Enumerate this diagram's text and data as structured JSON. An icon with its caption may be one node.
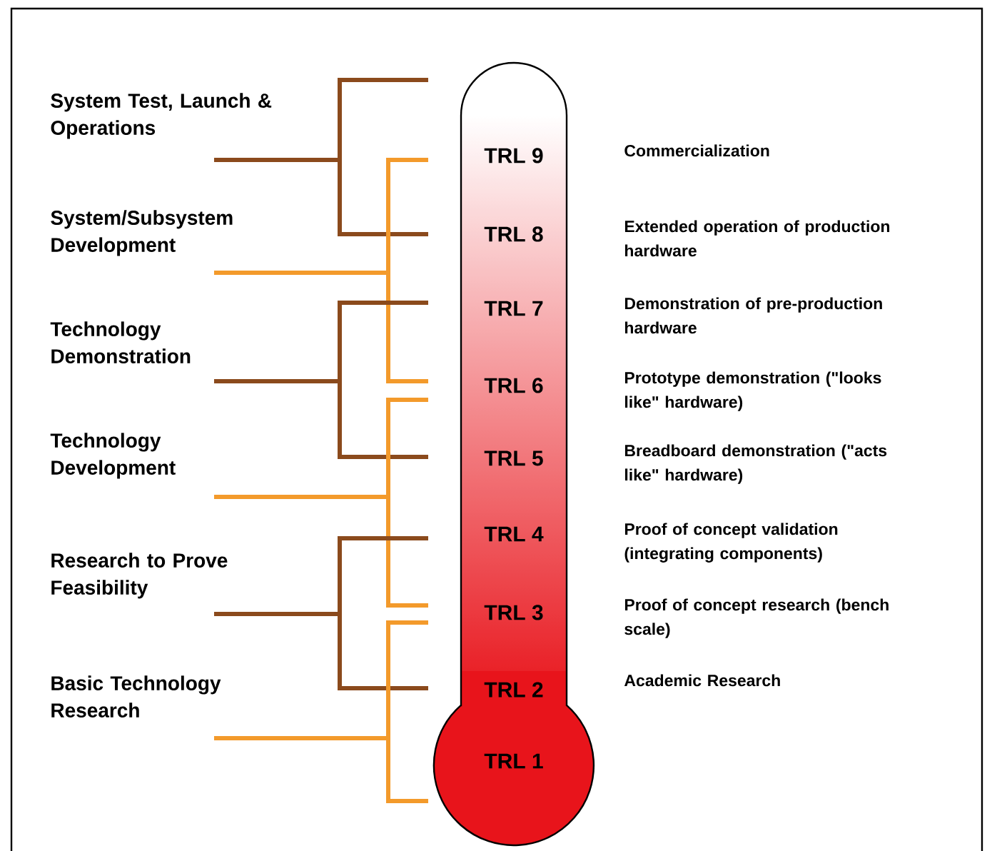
{
  "diagram": {
    "nodes": [
      {
        "text": [
          "TRL 9",
          "TRL 8",
          "TRL 7",
          "TRL 6",
          "TRL 5",
          "TRL 4",
          "TRL 3",
          "TRL 2",
          "TRL 1"
        ]
      }
    ],
    "labels": [
      "System Test, Launch & Operations",
      "System/Subsystem Development",
      "Technology Demonstration",
      "Technology Development",
      "Research to Prove Feasibility",
      "Basic Technology Research",
      "Commercialization",
      "Extended operation of production hardware",
      "Demonstration of pre-production hardware",
      "Prototype demonstration (\"looks like\" hardware)",
      "Breadboard demonstration (\"acts like\" hardware)",
      "Proof of concept validation (integrating components)",
      "Proof of concept research (bench scale)",
      "Academic Research"
    ]
  }
}
